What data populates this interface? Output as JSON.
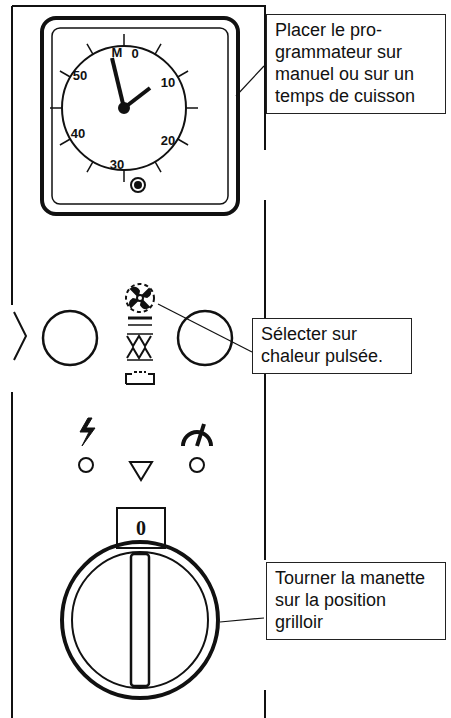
{
  "diagram": {
    "nodes": [
      {
        "text": [
          "Placer le pro- grammateur sur manuel ou sur un temps de cuisson"
        ]
      },
      {
        "text": [
          "Sélecter sur chaleur pulsée."
        ]
      },
      {
        "text": [
          "Tourner la manette sur la position grilloir"
        ]
      }
    ],
    "labels": [
      "M",
      "0",
      "10",
      "20",
      "30",
      "40",
      "50",
      "0"
    ]
  }
}
